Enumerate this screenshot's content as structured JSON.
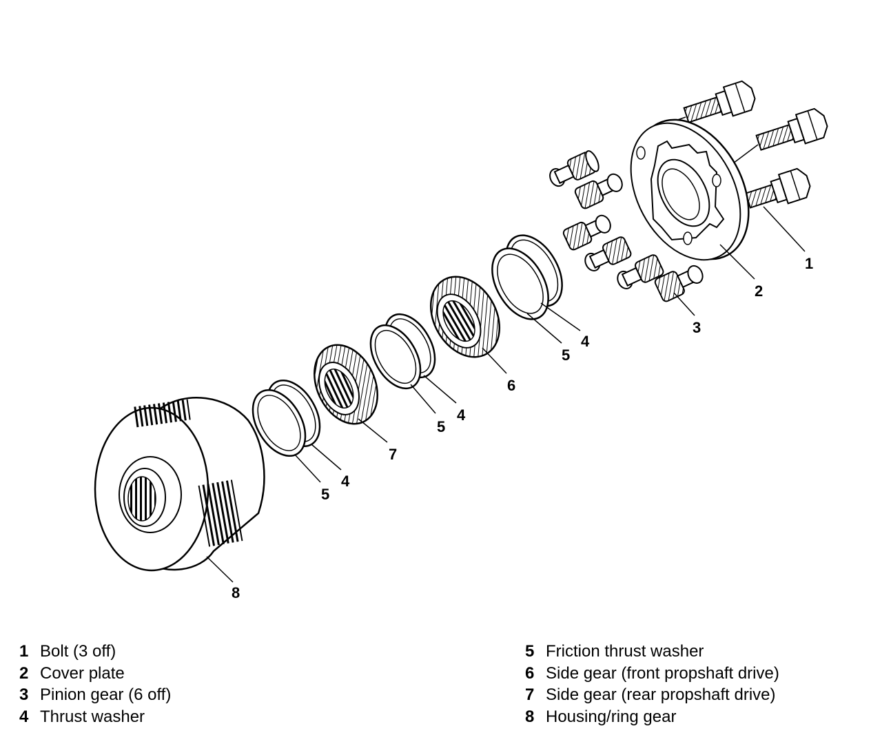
{
  "callouts": [
    "1",
    "2",
    "3",
    "4",
    "4",
    "4",
    "5",
    "5",
    "5",
    "6",
    "7",
    "8"
  ],
  "legend": [
    {
      "num": "1",
      "label": "Bolt (3 off)"
    },
    {
      "num": "2",
      "label": "Cover plate"
    },
    {
      "num": "3",
      "label": "Pinion gear (6 off)"
    },
    {
      "num": "4",
      "label": "Thrust washer"
    },
    {
      "num": "5",
      "label": "Friction thrust washer"
    },
    {
      "num": "6",
      "label": "Side gear (front propshaft drive)"
    },
    {
      "num": "7",
      "label": "Side gear (rear propshaft drive)"
    },
    {
      "num": "8",
      "label": "Housing/ring gear"
    }
  ]
}
